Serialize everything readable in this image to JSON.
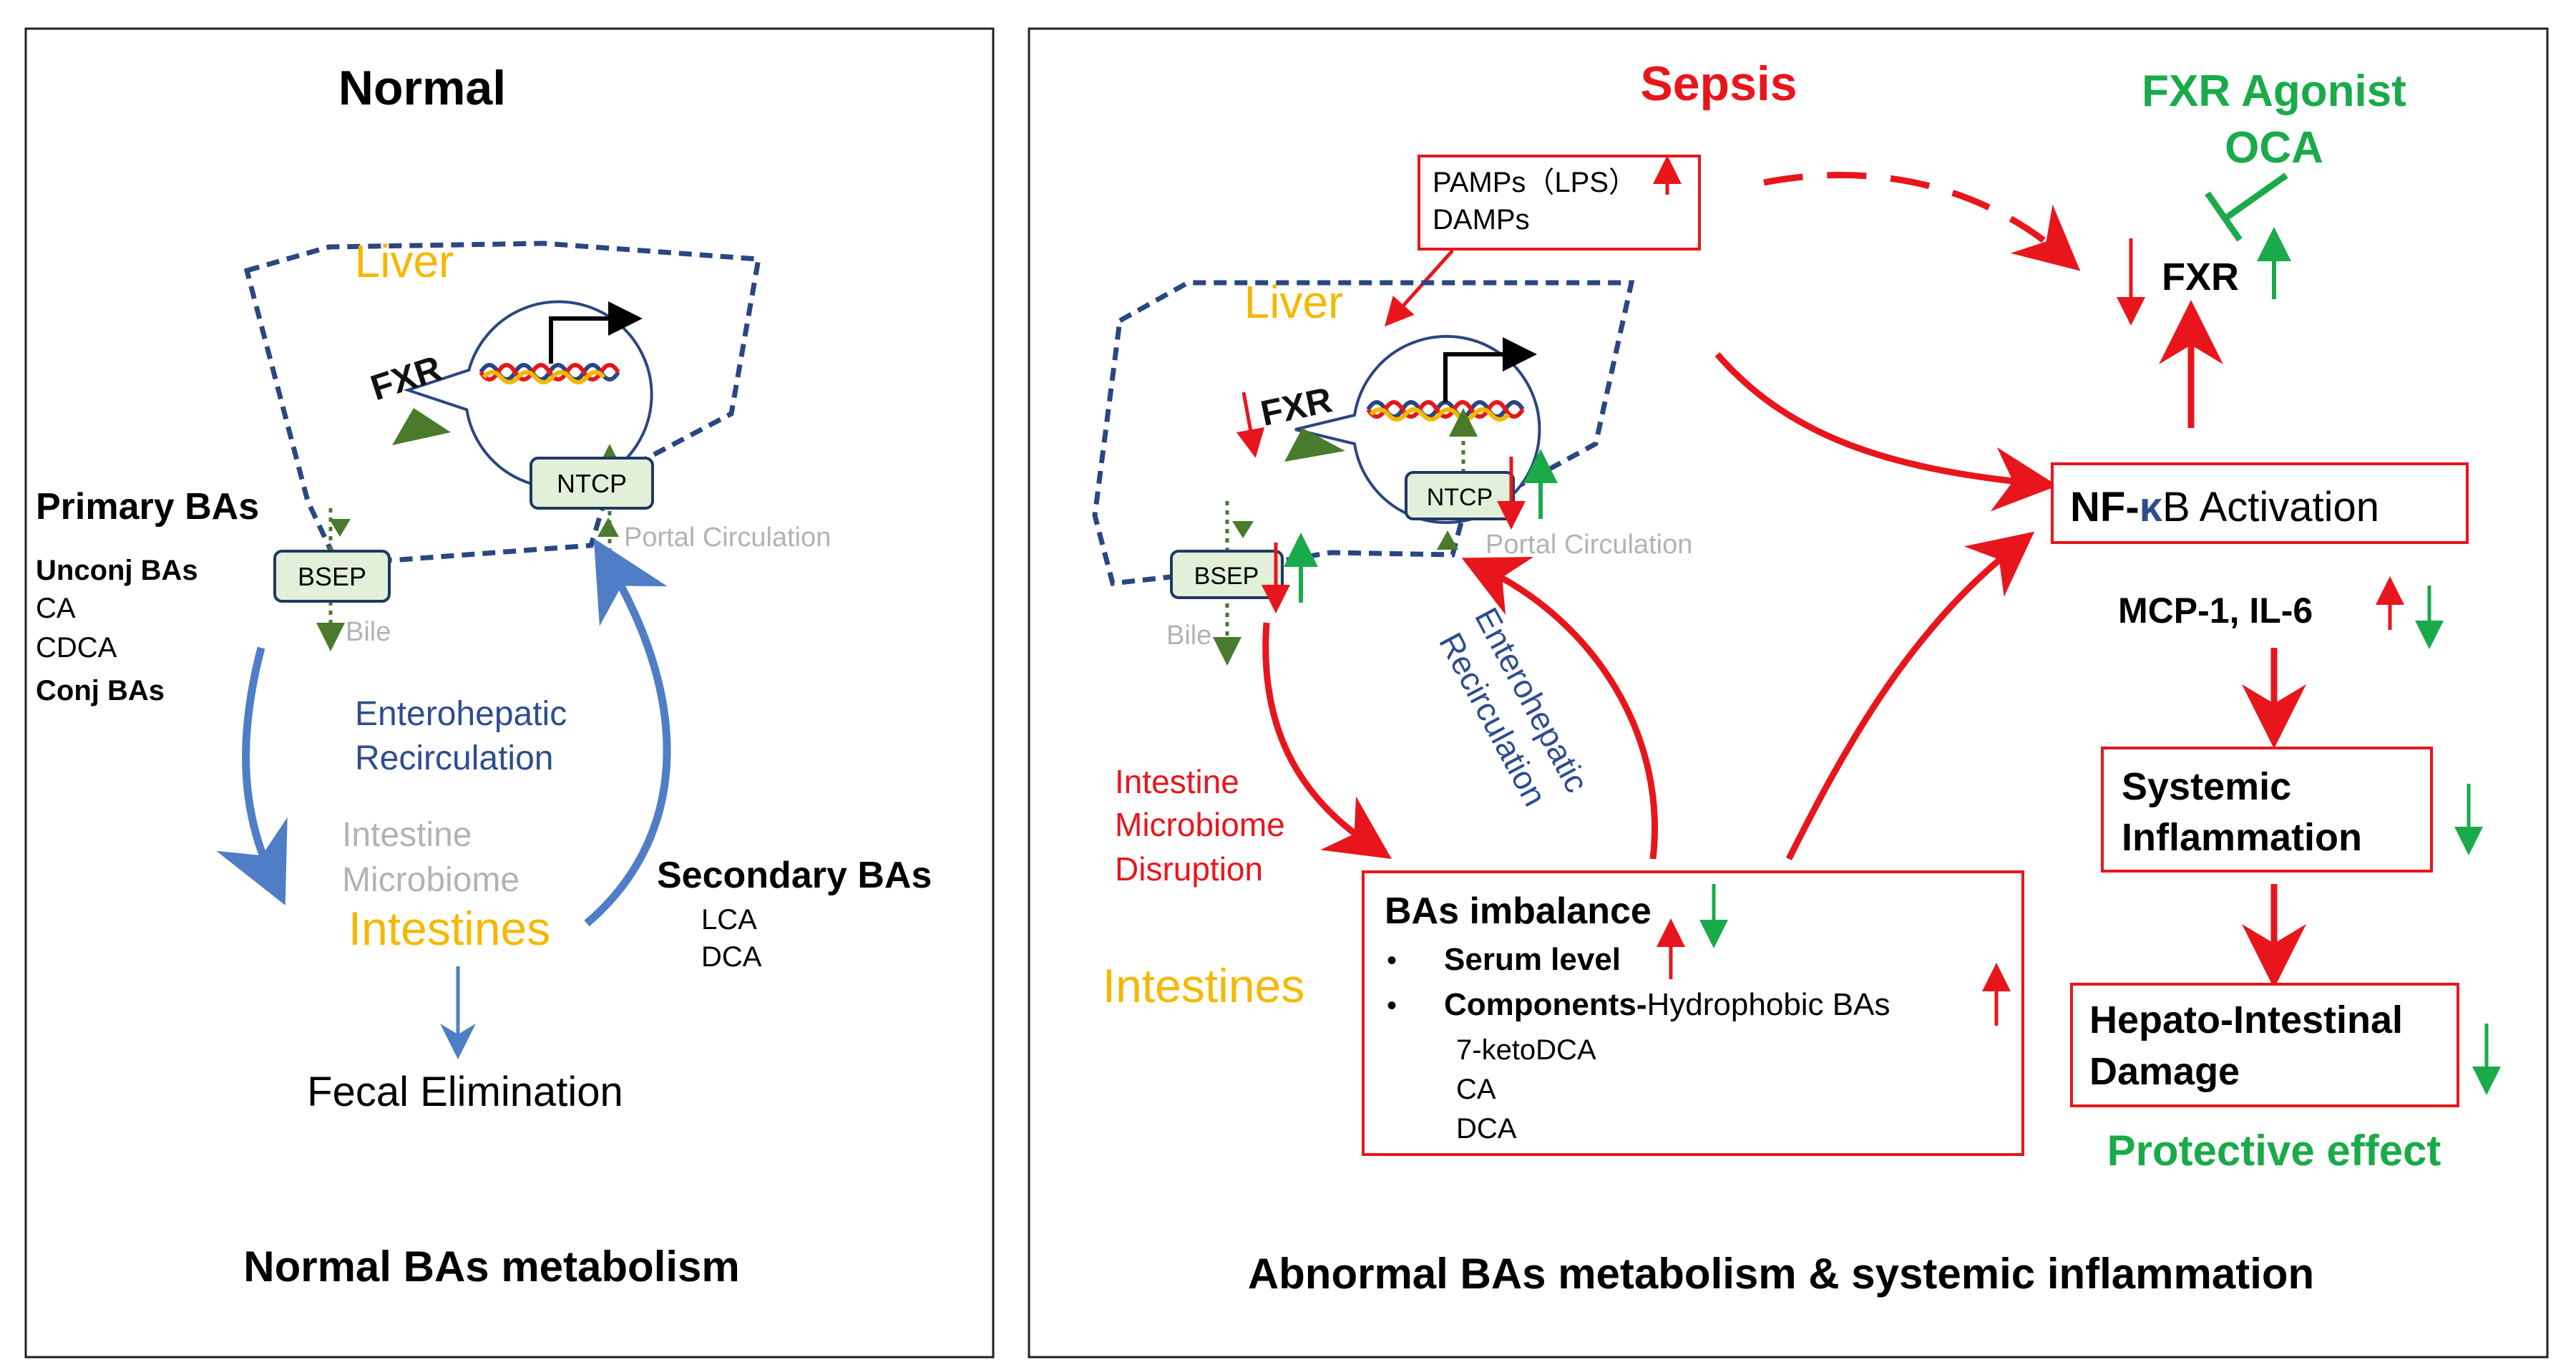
{
  "colors": {
    "red": "#e8161c",
    "green": "#1aaa4a",
    "blue_arrow": "#4f7ec7",
    "dark_blue_text": "#2e4d8f",
    "liver_outline": "#2b4680",
    "yellow": "#f5b800",
    "gray": "#b3b3b3",
    "olive_green": "#4a7a2b",
    "box_fill": "#e2f0d9"
  },
  "normal": {
    "title": "Normal",
    "liver": "Liver",
    "fxr": "FXR",
    "ntcp": "NTCP",
    "bsep": "BSEP",
    "portal": "Portal Circulation",
    "bile": "Bile",
    "primary_title": "Primary BAs",
    "primary_unconj": "Unconj BAs",
    "primary_ca": "CA",
    "primary_cdca": "CDCA",
    "primary_conj": "Conj BAs",
    "entero_1": "Enterohepatic",
    "entero_2": "Recirculation",
    "microbiome_1": "Intestine",
    "microbiome_2": "Microbiome",
    "intestines": "Intestines",
    "secondary_title": "Secondary BAs",
    "secondary_lca": "LCA",
    "secondary_dca": "DCA",
    "fecal": "Fecal Elimination",
    "caption": "Normal BAs metabolism"
  },
  "abnormal": {
    "title": "Sepsis",
    "pamps": "PAMPs（LPS）",
    "damps": "DAMPs",
    "liver": "Liver",
    "fxr": "FXR",
    "ntcp": "NTCP",
    "bsep": "BSEP",
    "portal": "Portal Circulation",
    "bile": "Bile",
    "entero_1": "Enterohepatic",
    "entero_2": "Recirculation",
    "disruption_1": "Intestine",
    "disruption_2": "Microbiome",
    "disruption_3": "Disruption",
    "intestines": "Intestines",
    "imbalance_title": "BAs imbalance",
    "bullet": "•",
    "serum": "Serum level",
    "components_bold": "Components-",
    "components_rest": "Hydrophobic BAs",
    "comp_1": "7-ketoDCA",
    "comp_2": "CA",
    "comp_3": "DCA",
    "agonist_1": "FXR Agonist",
    "agonist_2": "OCA",
    "fxr_right": "FXR",
    "nfkb_prefix": "NF-",
    "nfkb_kappa": "κ",
    "nfkb_suffix": "B Activation",
    "mcp": "MCP-1, IL-6",
    "systemic_1": "Systemic",
    "systemic_2": "Inflammation",
    "damage_1": "Hepato-Intestinal",
    "damage_2": "Damage",
    "protective": "Protective effect",
    "caption": "Abnormal BAs metabolism & systemic inflammation"
  }
}
